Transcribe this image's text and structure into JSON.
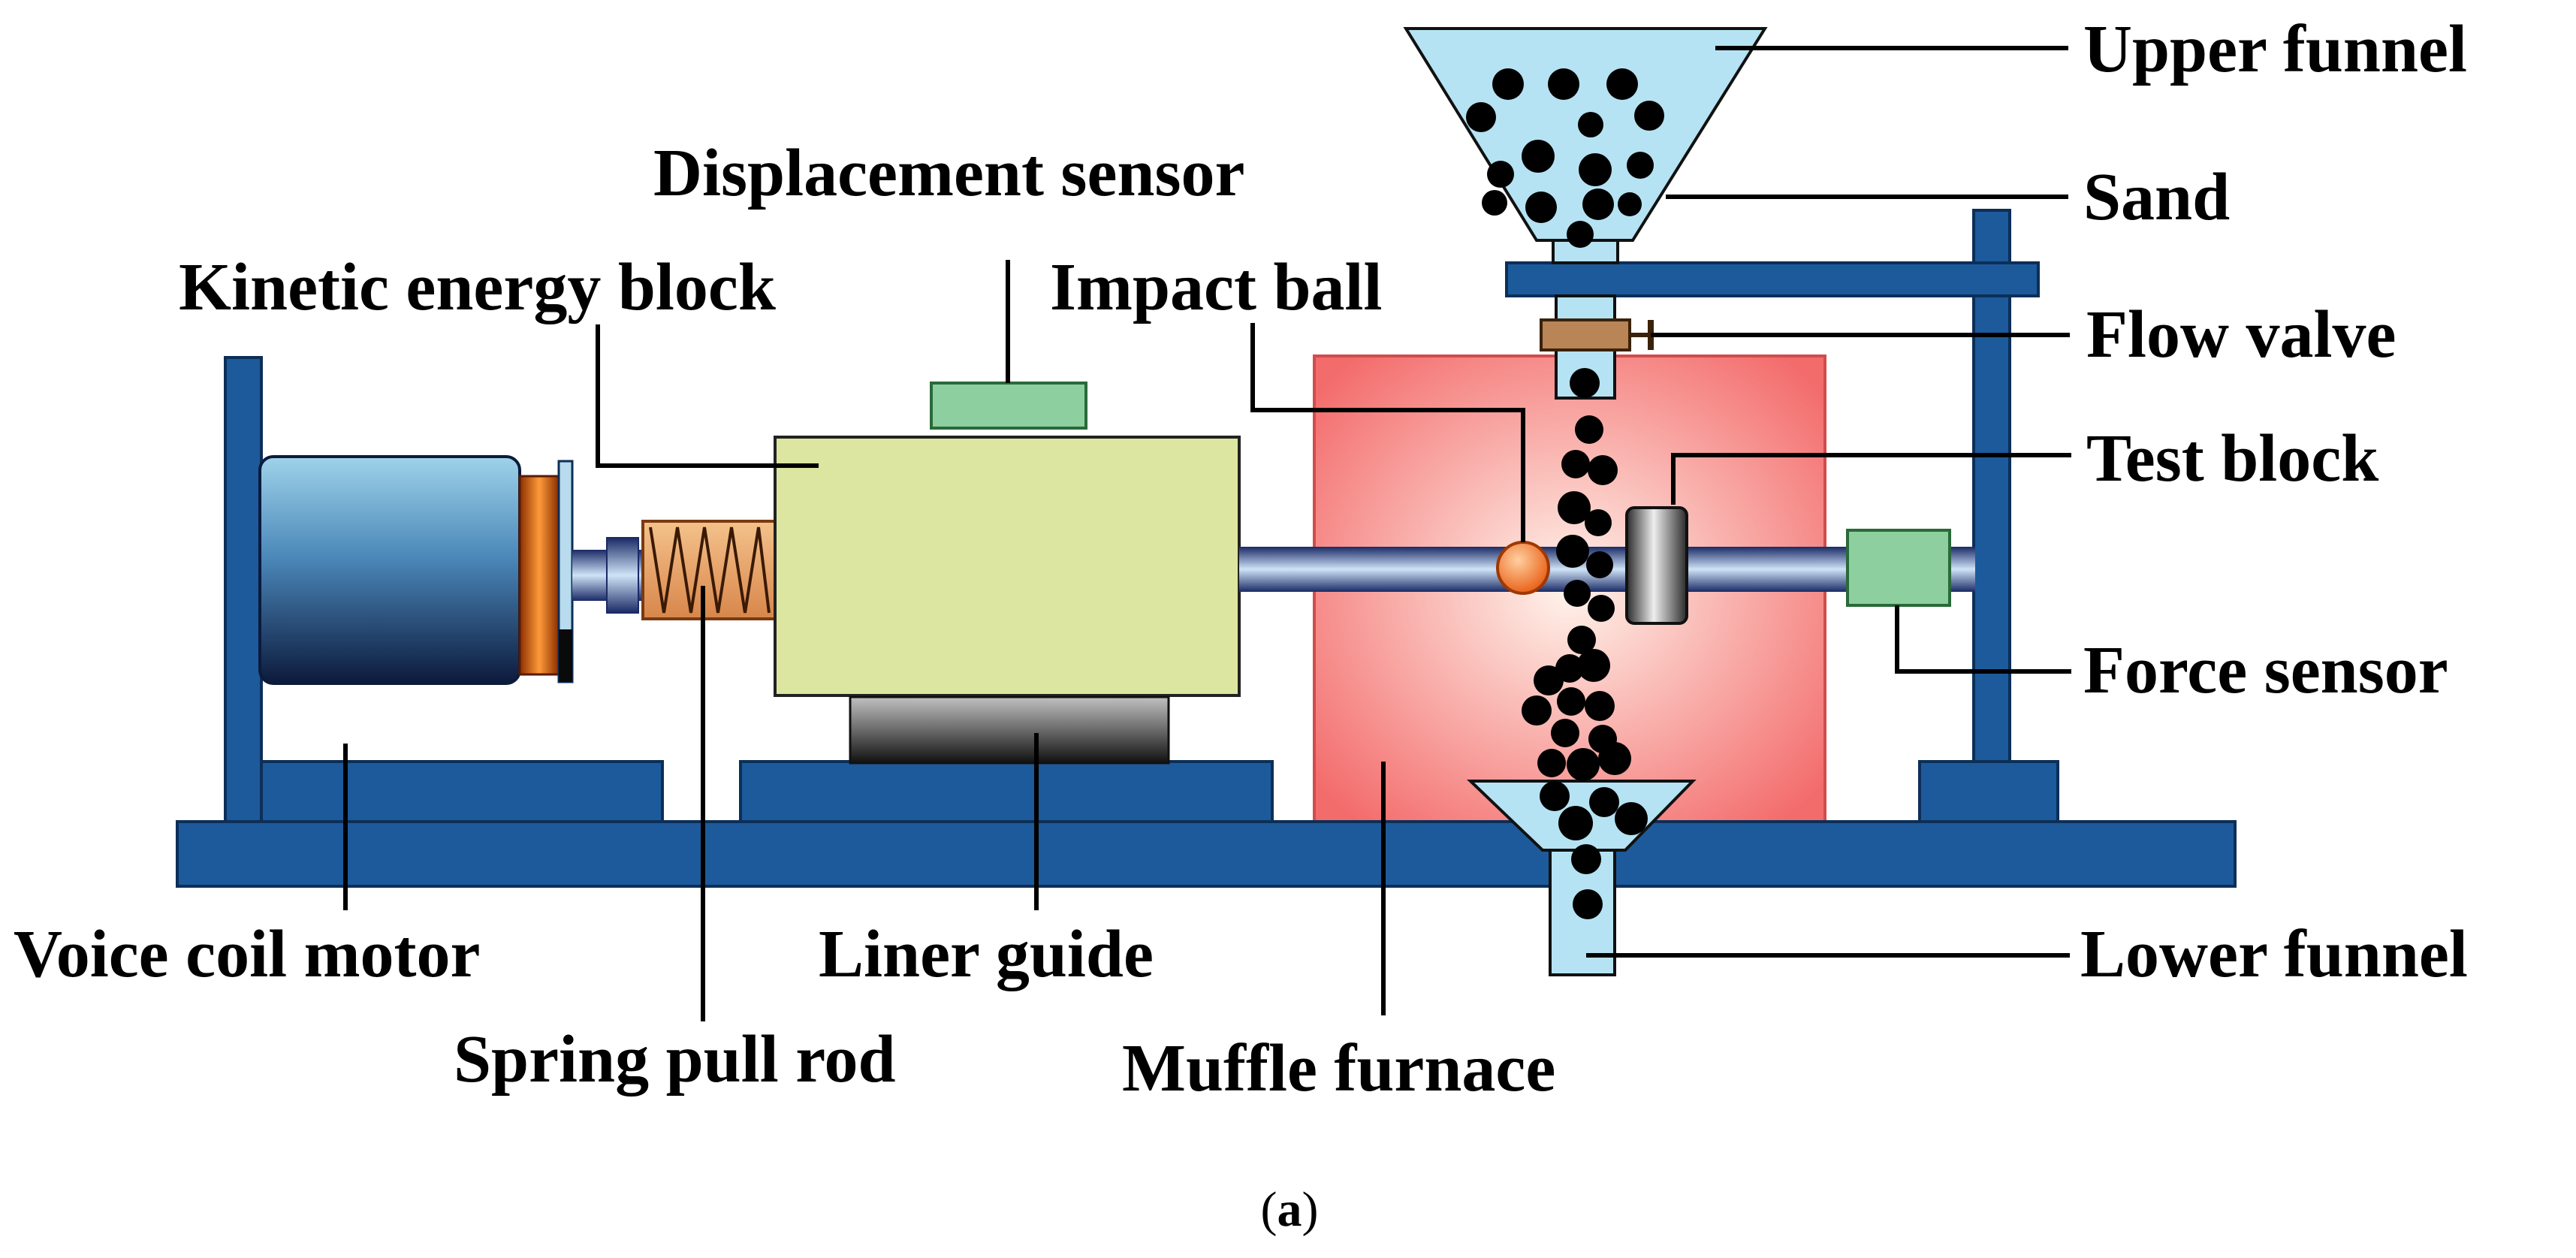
{
  "labels": {
    "upper_funnel": "Upper funnel",
    "sand": "Sand",
    "flow_valve": "Flow valve",
    "test_block": "Test block",
    "force_sensor": "Force sensor",
    "lower_funnel": "Lower funnel",
    "displacement_sensor": "Displacement sensor",
    "kinetic_energy_block": "Kinetic energy block",
    "impact_ball": "Impact ball",
    "voice_coil_motor": "Voice coil motor",
    "spring_pull_rod": "Spring pull rod",
    "liner_guide": "Liner guide",
    "muffle_furnace": "Muffle furnace"
  },
  "caption": {
    "open": "(",
    "letter": "a",
    "close": ")"
  },
  "colors": {
    "frame": "#1d5a9b",
    "funnel": "#b5e3f3",
    "sand": "#000000",
    "sensor": "#8dcf9e",
    "kinetic_block": "#dce6a0",
    "spring": "#e8a468",
    "valve": "#b98456",
    "impact_ball": "#f07020",
    "furnace_edge": "#f36c6c",
    "furnace_center": "#fff4ec"
  }
}
